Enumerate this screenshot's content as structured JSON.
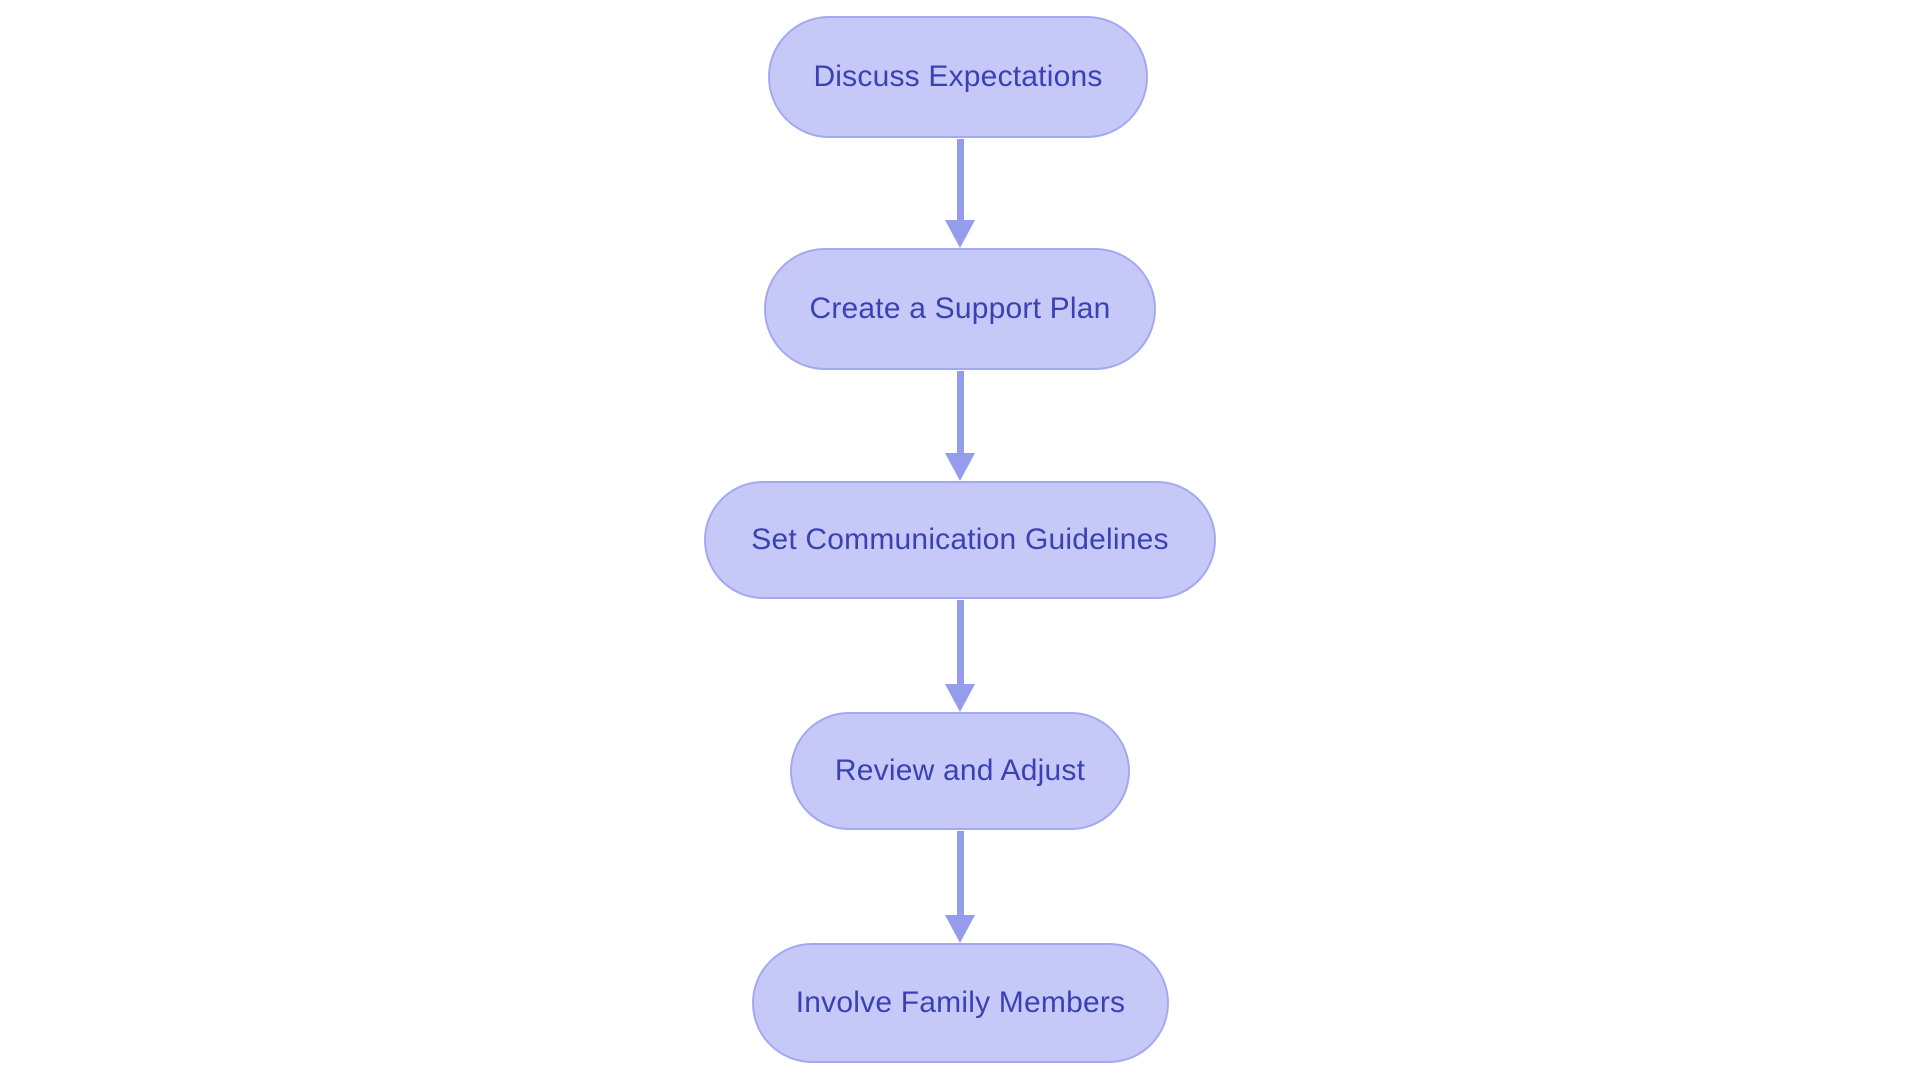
{
  "diagram": {
    "type": "flowchart",
    "direction": "top-down",
    "background": "#ffffff",
    "node_fill": "#c6c9f7",
    "node_border": "#a3a9f1",
    "text_color": "#3a41b4",
    "arrow_color": "#959cec",
    "nodes": [
      {
        "id": "discuss-expectations",
        "label": "Discuss Expectations"
      },
      {
        "id": "create-a-support-plan",
        "label": "Create a Support Plan"
      },
      {
        "id": "set-communication-guidelines",
        "label": "Set Communication Guidelines"
      },
      {
        "id": "review-and-adjust",
        "label": "Review and Adjust"
      },
      {
        "id": "involve-family-members",
        "label": "Involve Family Members"
      }
    ],
    "edges": [
      {
        "from": "discuss-expectations",
        "to": "create-a-support-plan"
      },
      {
        "from": "create-a-support-plan",
        "to": "set-communication-guidelines"
      },
      {
        "from": "set-communication-guidelines",
        "to": "review-and-adjust"
      },
      {
        "from": "review-and-adjust",
        "to": "involve-family-members"
      }
    ]
  }
}
